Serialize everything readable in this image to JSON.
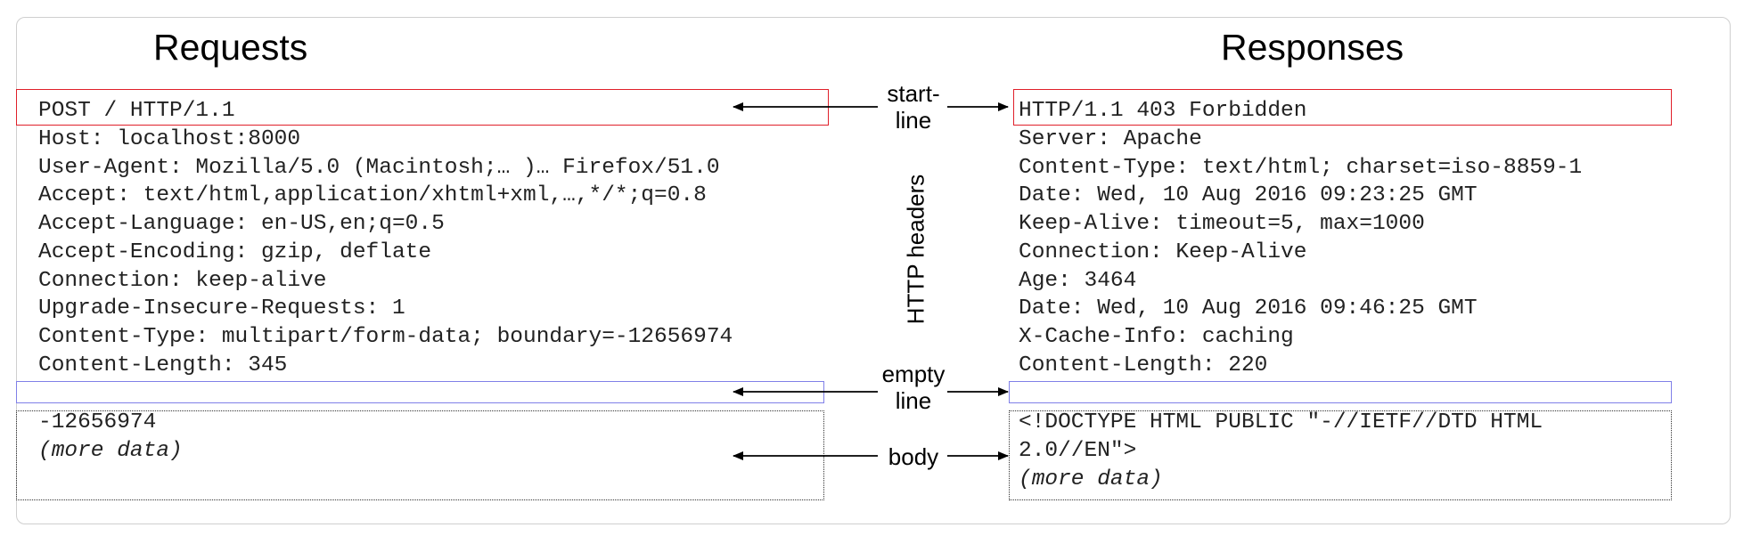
{
  "requests": {
    "heading": "Requests",
    "start_line": "POST / HTTP/1.1",
    "headers": [
      "Host: localhost:8000",
      "User-Agent: Mozilla/5.0 (Macintosh;… )… Firefox/51.0",
      "Accept: text/html,application/xhtml+xml,…,*/*;q=0.8",
      "Accept-Language: en-US,en;q=0.5",
      "Accept-Encoding: gzip, deflate",
      "Connection: keep-alive",
      "Upgrade-Insecure-Requests: 1",
      "Content-Type: multipart/form-data; boundary=-12656974",
      "Content-Length: 345"
    ],
    "body": [
      "-12656974",
      "(more data)"
    ]
  },
  "responses": {
    "heading": "Responses",
    "start_line": "HTTP/1.1 403 Forbidden",
    "headers": [
      "Server: Apache",
      "Content-Type: text/html; charset=iso-8859-1",
      "Date: Wed, 10 Aug 2016 09:23:25 GMT",
      "Keep-Alive: timeout=5, max=1000",
      "Connection: Keep-Alive",
      "Age: 3464",
      "Date: Wed, 10 Aug 2016 09:46:25 GMT",
      "X-Cache-Info: caching",
      "Content-Length: 220"
    ],
    "body": [
      "<!DOCTYPE HTML PUBLIC \"-//IETF//DTD HTML",
      "2.0//EN\">",
      "(more data)"
    ]
  },
  "labels": {
    "start_line": "start-\nline",
    "http_headers": "HTTP headers",
    "empty_line": "empty\nline",
    "body": "body"
  },
  "colors": {
    "start_line_box": "#e0202a",
    "empty_line_box": "#8080e8",
    "body_box": "#333333"
  }
}
